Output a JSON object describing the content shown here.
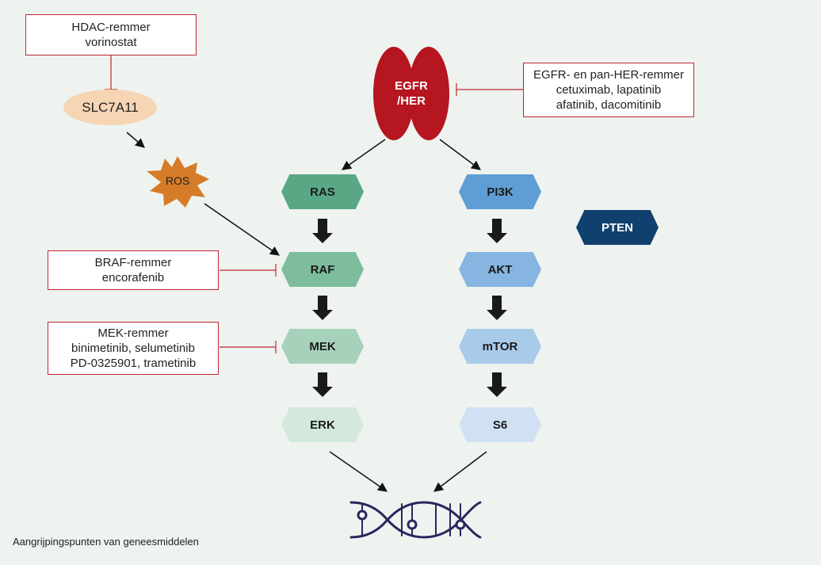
{
  "inhibitors": {
    "hdac": {
      "line1": "HDAC-remmer",
      "line2": "vorinostat"
    },
    "egfr": {
      "line1": "EGFR- en pan-HER-remmer",
      "line2": "cetuximab, lapatinib",
      "line3": "afatinib, dacomitinib"
    },
    "braf": {
      "line1": "BRAF-remmer",
      "line2": "encorafenib"
    },
    "mek": {
      "line1": "MEK-remmer",
      "line2": "binimetinib, selumetinib",
      "line3": "PD-0325901, trametinib"
    }
  },
  "nodes": {
    "slc7a11": "SLC7A11",
    "ros": "ROS",
    "egfr_line1": "EGFR",
    "egfr_line2": "/HER",
    "ras": "RAS",
    "raf": "RAF",
    "mek": "MEK",
    "erk": "ERK",
    "pi3k": "PI3K",
    "akt": "AKT",
    "mtor": "mTOR",
    "s6": "S6",
    "pten": "PTEN"
  },
  "colors": {
    "ras": "#5aa786",
    "raf": "#7dbd9e",
    "mek": "#a6d1bb",
    "erk": "#d2e9dc",
    "pi3k": "#5e9ed4",
    "akt": "#85b5e0",
    "mtor": "#a9cbea",
    "s6": "#cfe1f3",
    "pten": "#10406e",
    "egfr": "#b5161f",
    "ros": "#d67b28",
    "slc7a11": "#f6d5b5",
    "inhibitor_line": "#c0272d",
    "dna": "#27285e"
  },
  "caption": "Aangrijpingspunten van geneesmiddelen"
}
